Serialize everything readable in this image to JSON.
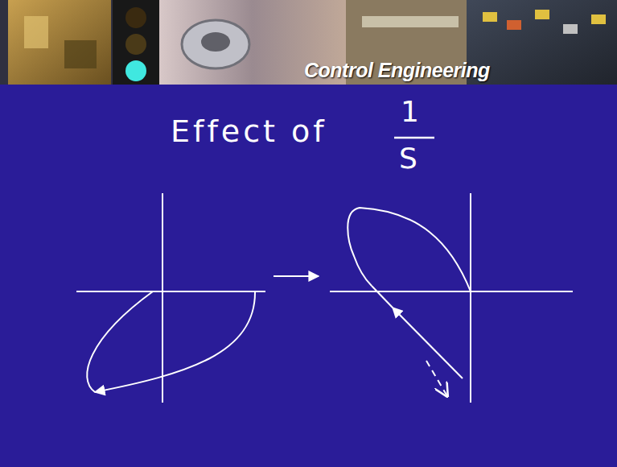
{
  "diagram": {
    "title": "Effect of",
    "labels": [
      "Control Engineering",
      "1",
      "S"
    ]
  }
}
